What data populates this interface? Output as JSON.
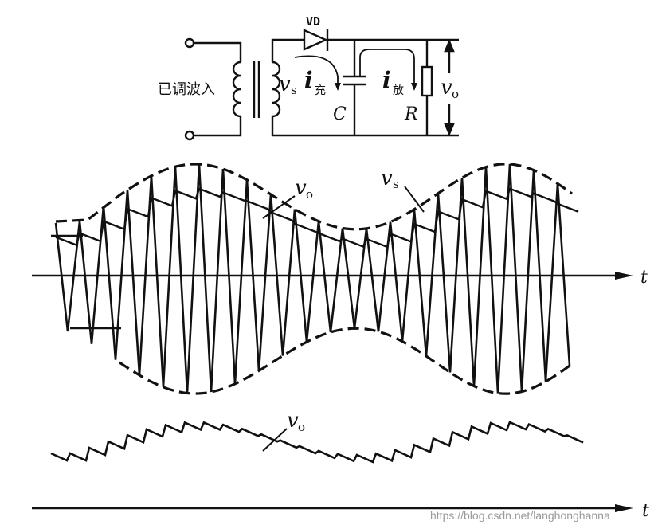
{
  "circuit": {
    "input_label": "已调波入",
    "diode_label": "VD",
    "vs_label": "v",
    "vs_sub": "s",
    "icharge_label": "i",
    "icharge_sub": "充",
    "idischarge_label": "i",
    "idischarge_sub": "放",
    "capacitor_label": "C",
    "resistor_label": "R",
    "vo_label": "v",
    "vo_sub": "o"
  },
  "waveform_top": {
    "vo_label": "v",
    "vo_sub": "o",
    "vs_label": "v",
    "vs_sub": "s",
    "axis_label": "t"
  },
  "waveform_bottom": {
    "vo_label": "v",
    "vo_sub": "o",
    "axis_label": "t"
  },
  "watermark": "https://blog.csdn.net/langhonghanna"
}
